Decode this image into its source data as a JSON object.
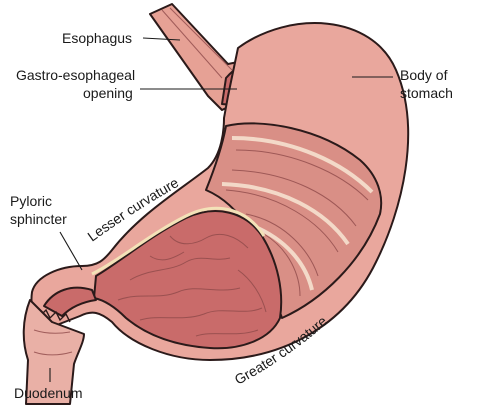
{
  "labels": {
    "esophagus": "Esophagus",
    "gastro_esophageal_line1": "Gastro-esophageal",
    "gastro_esophageal_line2": "opening",
    "body_line1": "Body of",
    "body_line2": "stomach",
    "pyloric_line1": "Pyloric",
    "pyloric_line2": "sphincter",
    "lesser_curvature": "Lesser curvature",
    "greater_curvature": "Greater curvature",
    "duodenum": "Duodenum"
  },
  "colors": {
    "stomach_outer": "#e9a79d",
    "stomach_muscle": "#d98f86",
    "stomach_inner": "#c96b6a",
    "rugae": "#b85a5c",
    "esophagus": "#e6a195",
    "duodenum": "#e9b0a6",
    "outline": "#2b1a1a"
  }
}
